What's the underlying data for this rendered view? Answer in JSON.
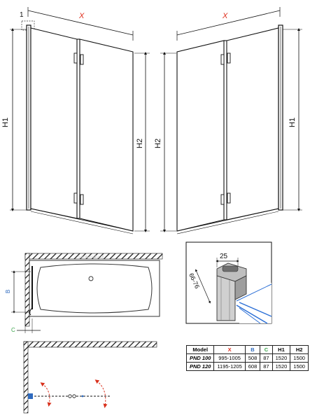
{
  "labels": {
    "width": "X",
    "height_left": "H1",
    "height_right": "H2",
    "corner_mark": "1",
    "detail_width": "25",
    "detail_range": "66-76",
    "dim_b": "B",
    "dim_c": "C",
    "watermark": "sanitecnika.pl"
  },
  "colors": {
    "x": "#e0301e",
    "b": "#2f6bbf",
    "c": "#3aa34a",
    "line": "#1a1a1a",
    "swing_arrow": "#d9301c",
    "glass": "#2b6fd6"
  },
  "icons": [
    "hinge-icon",
    "swing-arrow-icon",
    "hatched-wall-icon"
  ],
  "table": {
    "headers": [
      "Model",
      "X",
      "B",
      "C",
      "H1",
      "H2"
    ],
    "rows": [
      [
        "PND 100",
        "995-1005",
        "508",
        "87",
        "1520",
        "1500"
      ],
      [
        "PND 120",
        "1195-1205",
        "608",
        "87",
        "1520",
        "1500"
      ]
    ]
  }
}
